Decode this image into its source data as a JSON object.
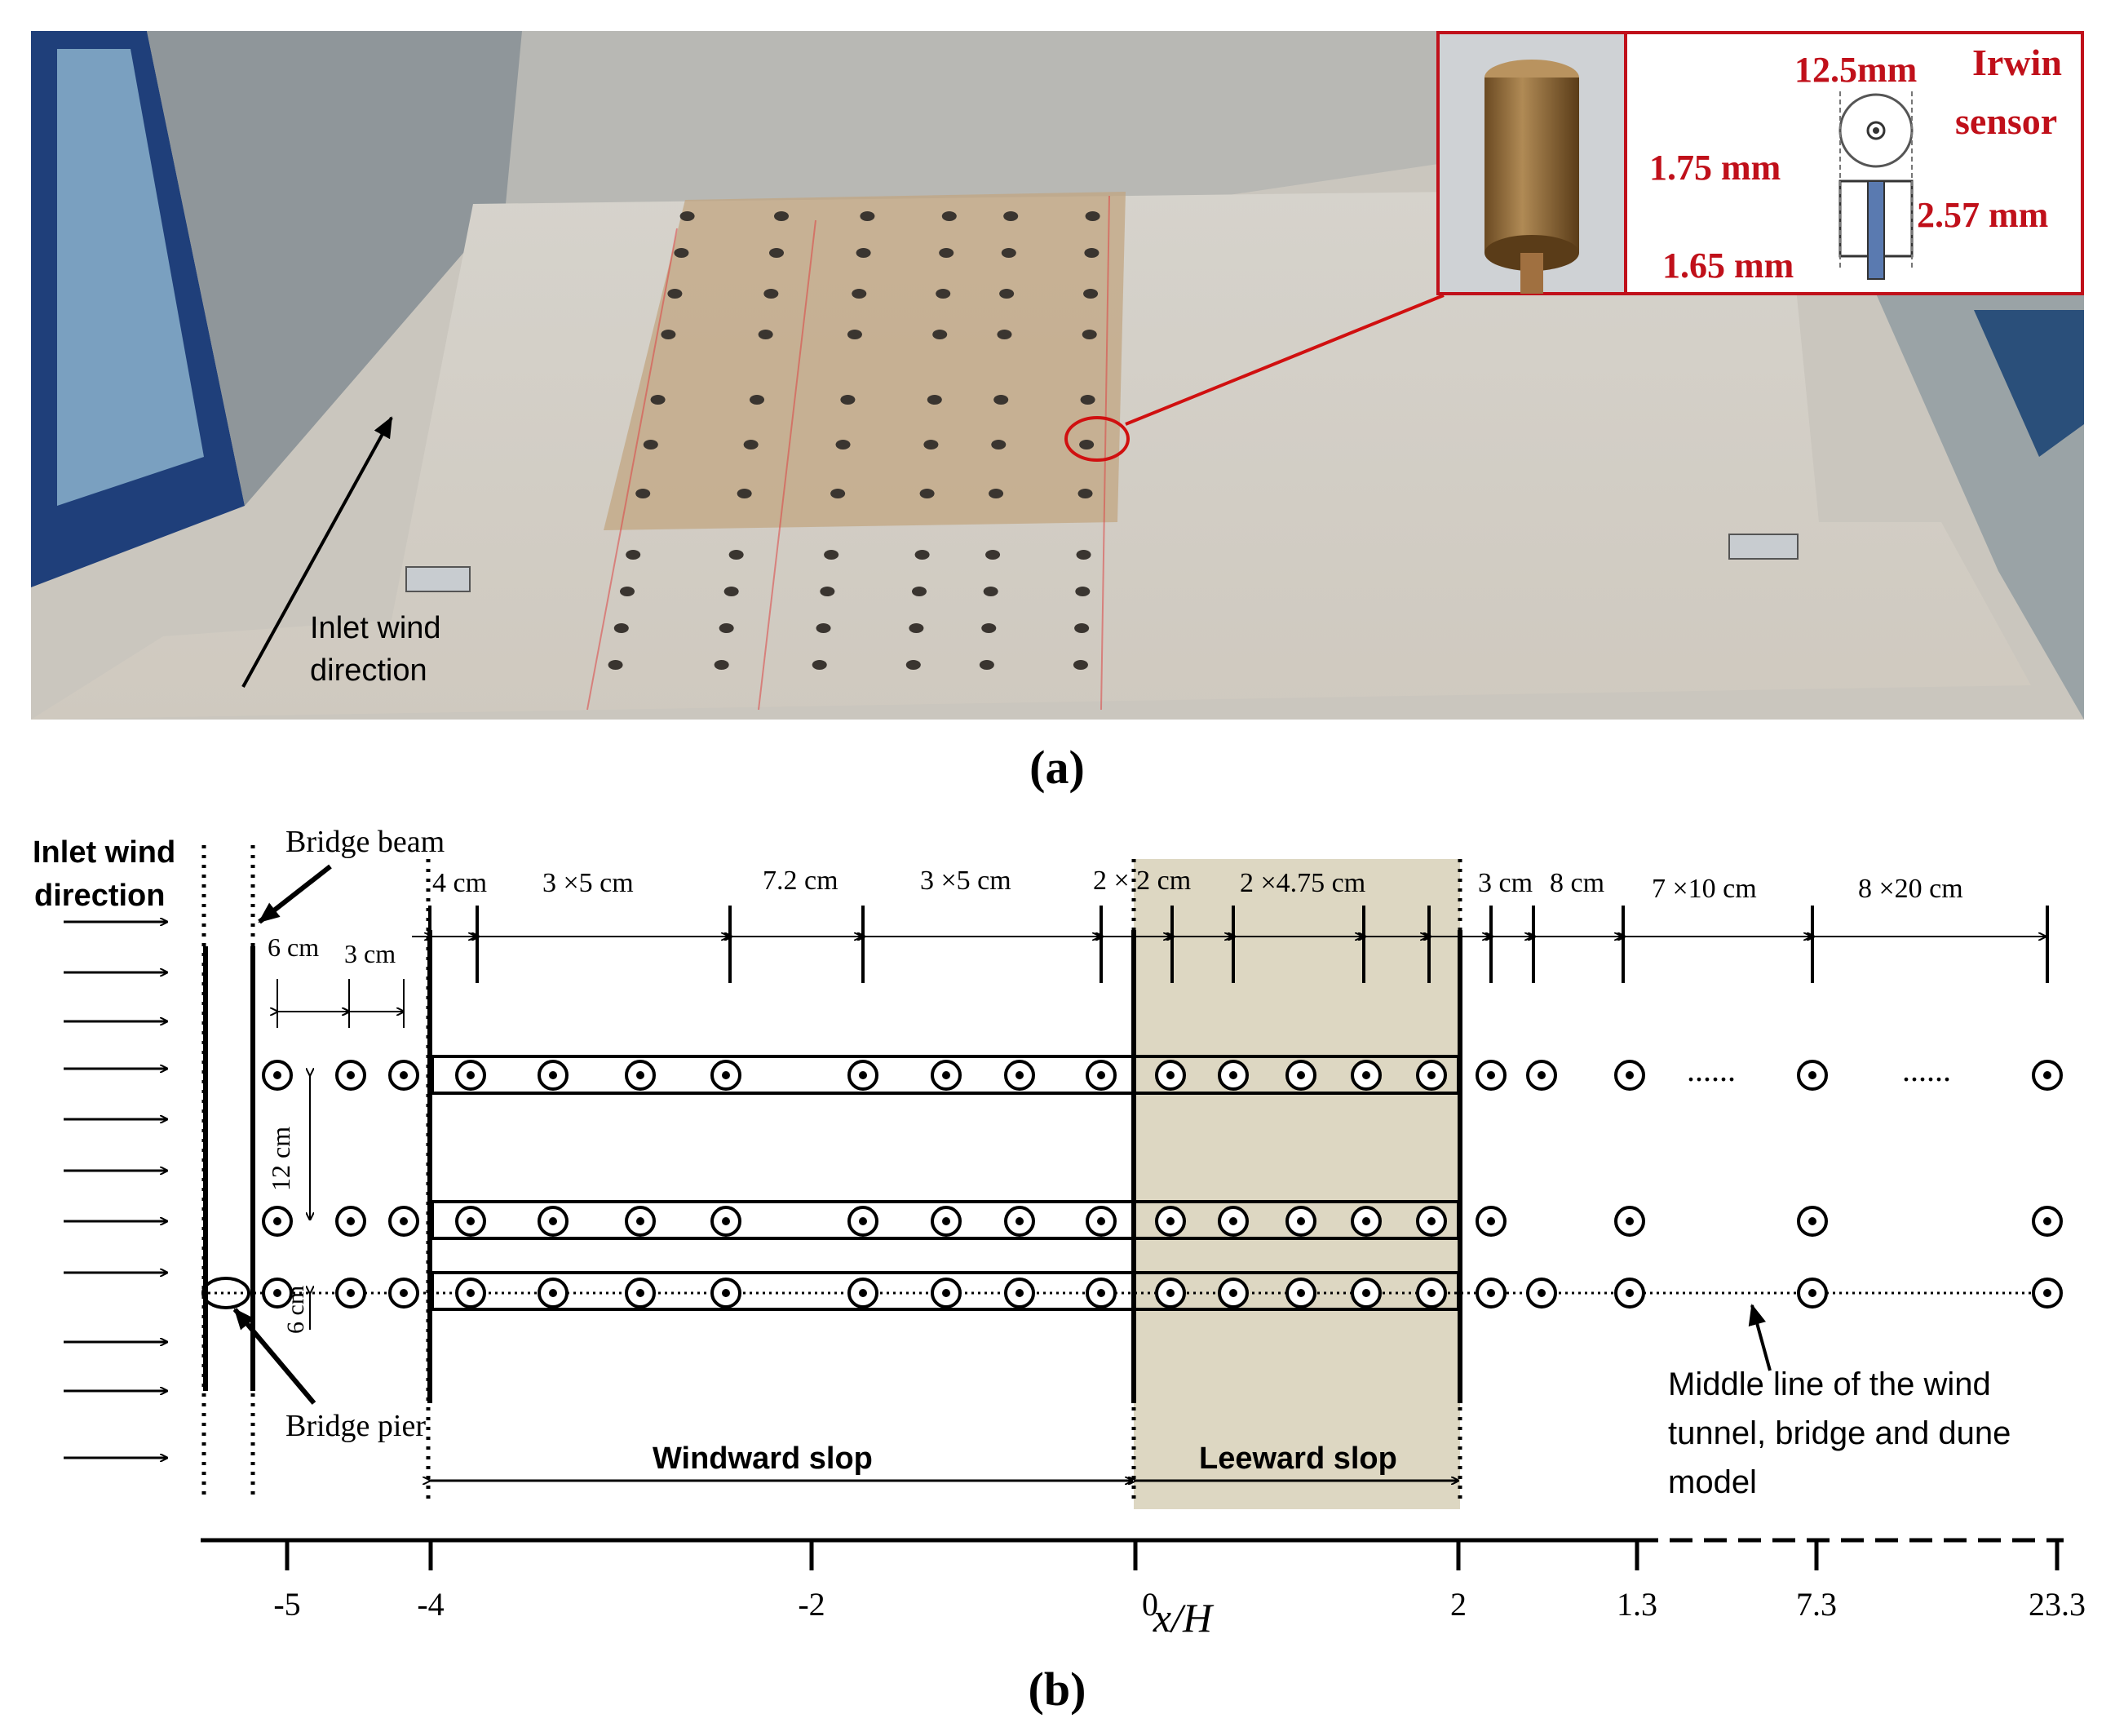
{
  "panel_a": {
    "caption": "(a)",
    "wind_label_line1": "Inlet wind",
    "wind_label_line2": "direction",
    "inset": {
      "title_line1": "Irwin",
      "title_line2": "sensor",
      "dim_top": "12.5mm",
      "dim_left": "1.75 mm",
      "dim_right": "2.57 mm",
      "dim_bottom": "1.65 mm",
      "accent_color": "#c0101a"
    }
  },
  "panel_b": {
    "caption": "(b)",
    "inlet_line1": "Inlet wind",
    "inlet_line2": "direction",
    "bridge_beam": "Bridge beam",
    "bridge_pier": "Bridge pier",
    "spacing_labels": {
      "s4cm": "4 cm",
      "s3x5a": "3 ×5 cm",
      "s72": "7.2 cm",
      "s3x5b": "3 ×5 cm",
      "s2x2": "2 × 2 cm",
      "s2x475": "2 ×4.75 cm",
      "s3cm": "3 cm",
      "s8cm": "8 cm",
      "s7x10": "7 ×10 cm",
      "s8x20": "8 ×20 cm",
      "s6cm": "6 cm",
      "s3cm_b": "3 cm",
      "s12cm": "12 cm",
      "s6cm_v": "6 cm"
    },
    "dots": "......",
    "windward": "Windward slop",
    "leeward": "Leeward slop",
    "middle_line1": "Middle line of the wind",
    "middle_line2": "tunnel, bridge and dune",
    "middle_line3": "model",
    "axis_ticks": [
      "-5",
      "-4",
      "-2",
      "0",
      "2",
      "1.3",
      "7.3",
      "23.3"
    ],
    "axis_label": "x/H",
    "leeward_color": "#ddd7c2"
  }
}
